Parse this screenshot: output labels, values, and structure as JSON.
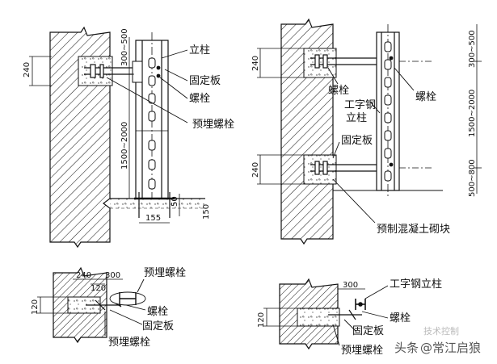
{
  "fig1": {
    "lbl_column": "立柱",
    "lbl_plate": "固定板",
    "lbl_bolt": "螺栓",
    "lbl_embed_bolt": "预埋螺栓",
    "dim_240": "240",
    "dim_300_500": "300~500",
    "dim_1500_2000": "1500~2000",
    "dim_155": "155",
    "dim_50": "50",
    "dim_150": "150"
  },
  "fig2": {
    "lbl_bolt_left": "螺栓",
    "lbl_bolt_right": "螺栓",
    "lbl_ibeam_1": "工字钢",
    "lbl_ibeam_2": "立柱",
    "lbl_plate": "固定板",
    "lbl_block": "预制混凝土砌块",
    "dim_240_top": "240",
    "dim_240_bot": "240",
    "dim_300_500": "300~500",
    "dim_1500_2000": "1500~2000",
    "dim_500_800": "500~800"
  },
  "fig3": {
    "lbl_embed_top": "预埋螺栓",
    "lbl_bolt": "螺栓",
    "lbl_plate": "固定板",
    "lbl_embed_bot": "预埋螺栓",
    "dim_240": "240",
    "dim_300": "300",
    "dim_120_top": "120",
    "dim_120_side": "120"
  },
  "fig4": {
    "lbl_ibeam": "工字钢立柱",
    "lbl_bolt": "螺栓",
    "lbl_plate": "固定板",
    "lbl_embed": "预埋螺栓",
    "dim_300": "300",
    "dim_120": "120"
  },
  "watermark": {
    "text1": "头条",
    "text2": "@常江启狼",
    "faint": "技术控制"
  }
}
